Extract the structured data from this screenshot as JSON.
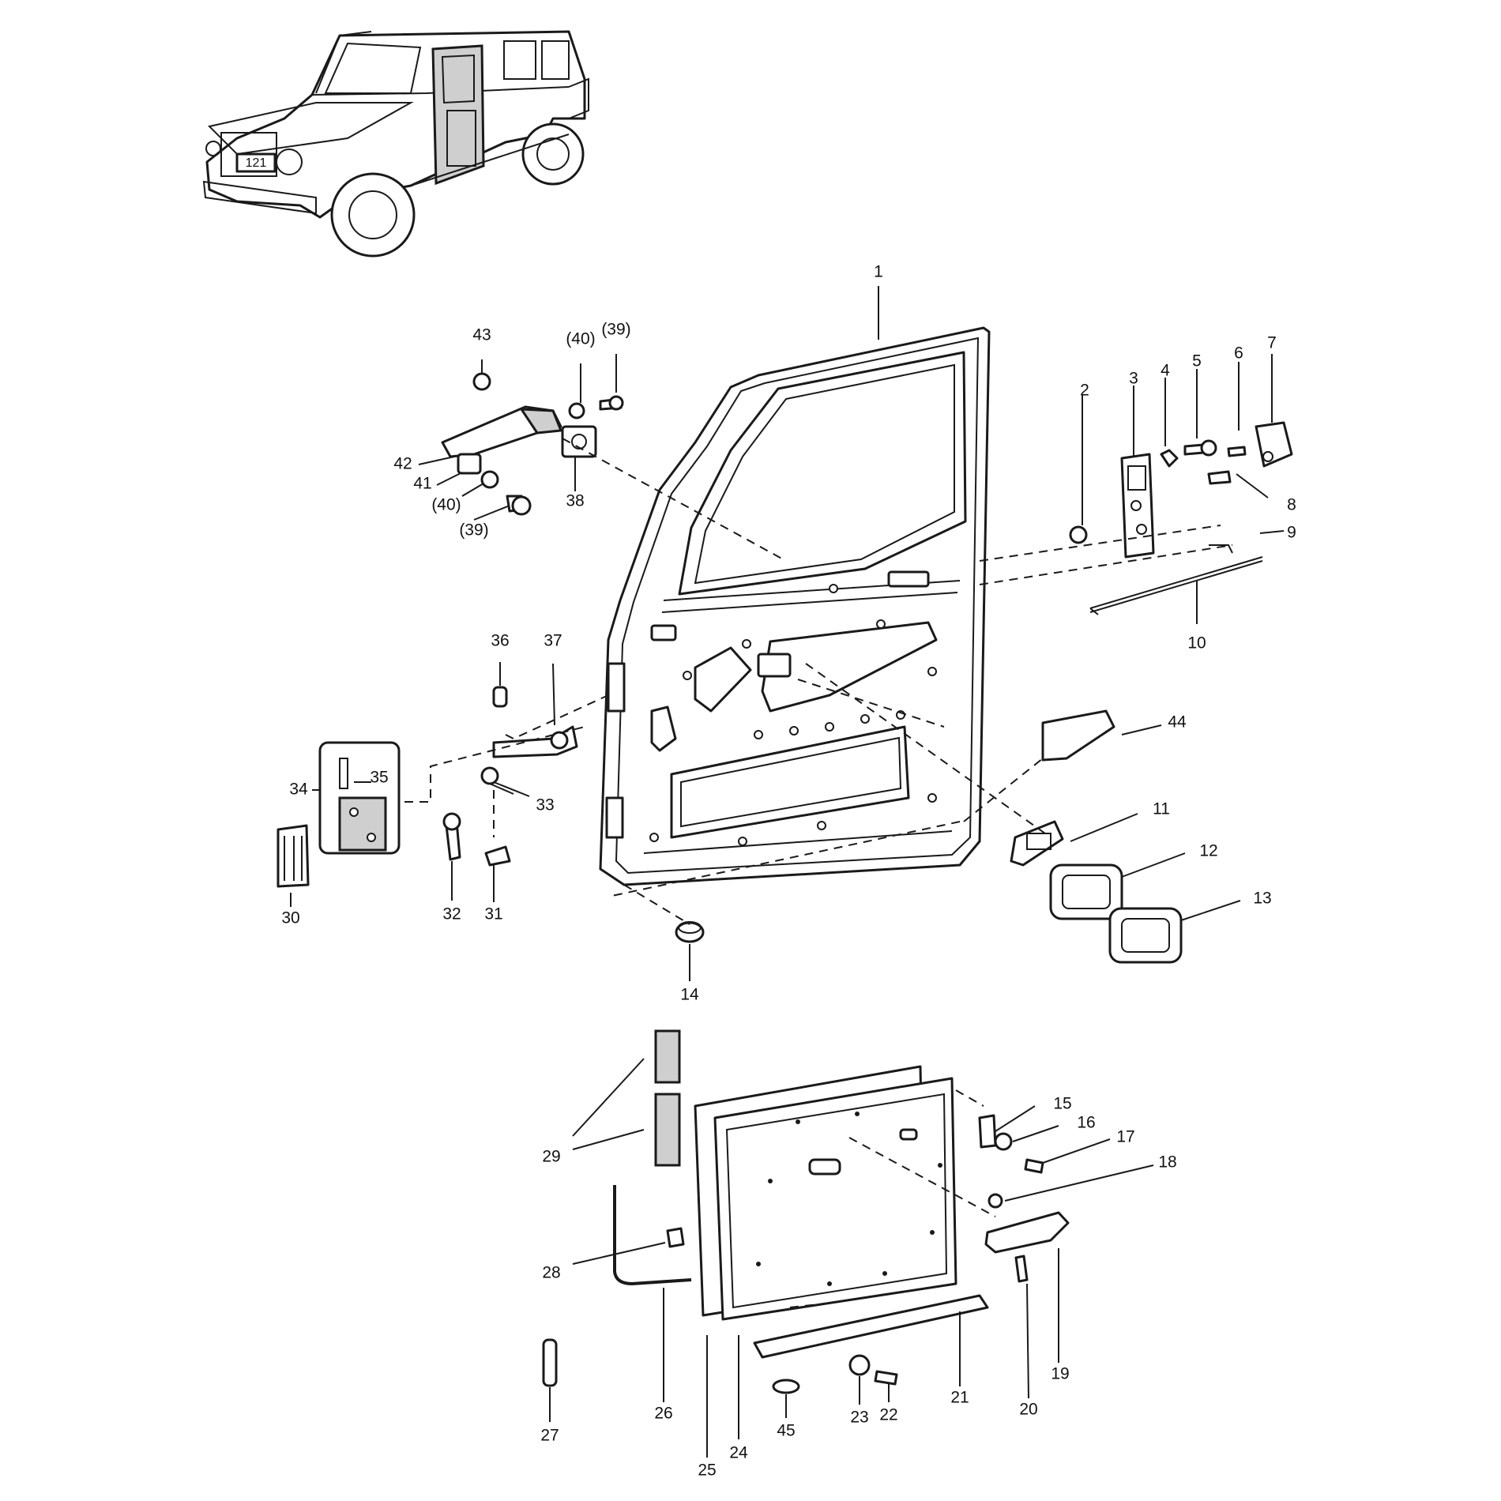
{
  "diagram": {
    "callouts": {
      "c1": "1",
      "c2": "2",
      "c3": "3",
      "c4": "4",
      "c5": "5",
      "c6": "6",
      "c7": "7",
      "c8": "8",
      "c9": "9",
      "c10": "10",
      "c11": "11",
      "c12": "12",
      "c13": "13",
      "c14": "14",
      "c15": "15",
      "c16": "16",
      "c17": "17",
      "c18": "18",
      "c19": "19",
      "c20": "20",
      "c21": "21",
      "c22": "22",
      "c23": "23",
      "c24": "24",
      "c25": "25",
      "c26": "26",
      "c27": "27",
      "c28": "28",
      "c29": "29",
      "c30": "30",
      "c31": "31",
      "c32": "32",
      "c33": "33",
      "c34": "34",
      "c35": "35",
      "c36": "36",
      "c37": "37",
      "c38": "38",
      "c39a": "(39)",
      "c39b": "(39)",
      "c40a": "(40)",
      "c40b": "(40)",
      "c41": "41",
      "c42": "42",
      "c43": "43",
      "c44": "44",
      "c45": "45"
    },
    "plate_text": "121"
  }
}
